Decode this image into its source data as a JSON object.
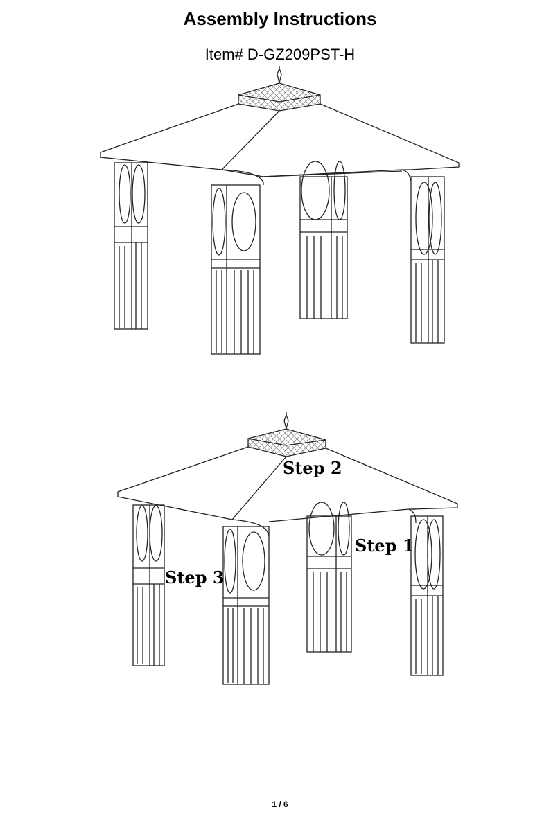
{
  "document": {
    "title": "Assembly Instructions",
    "item_number": "Item# D-GZ209PST-H",
    "page_number": "1 / 6"
  },
  "figures": [
    {
      "id": "gazebo-overview",
      "steps": []
    },
    {
      "id": "gazebo-steps",
      "steps": [
        {
          "label": "Step 2"
        },
        {
          "label": "Step 1"
        },
        {
          "label": "Step 3"
        }
      ]
    }
  ],
  "colors": {
    "line": "#222222",
    "hatch": "#555555",
    "background": "#ffffff"
  }
}
